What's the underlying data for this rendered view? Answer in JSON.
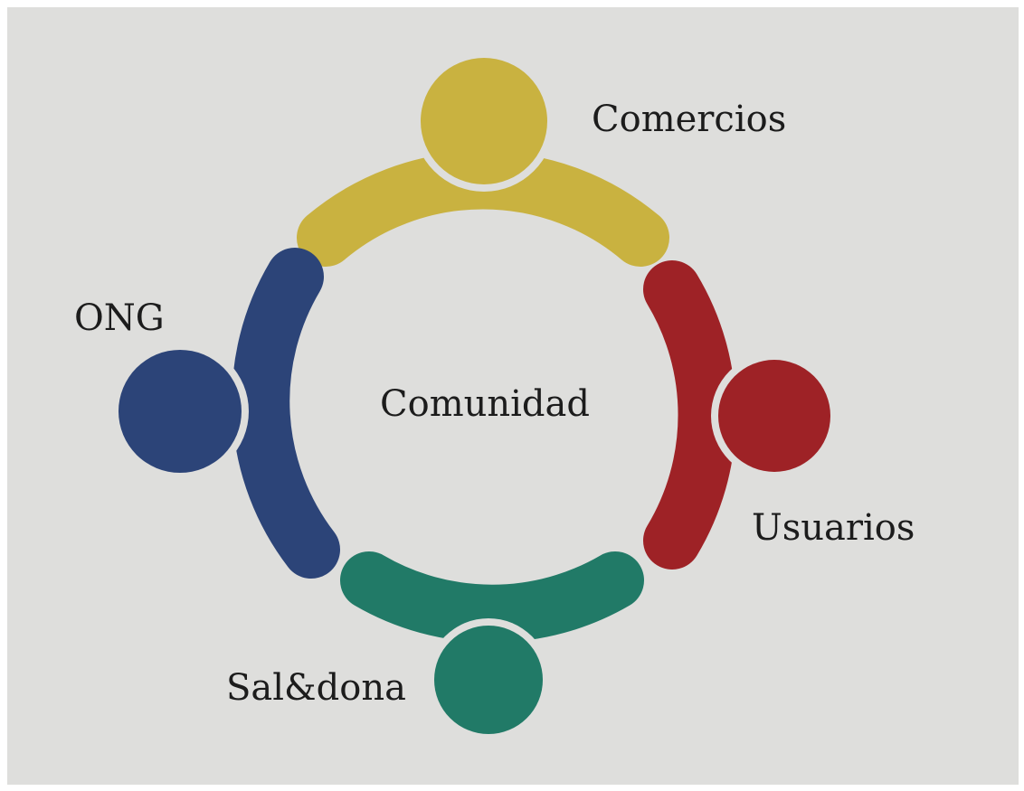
{
  "diagram": {
    "center_label": "Comunidad",
    "members": [
      {
        "id": "comercios",
        "label": "Comercios",
        "color": "#c9b240"
      },
      {
        "id": "usuarios",
        "label": "Usuarios",
        "color": "#9e2226"
      },
      {
        "id": "saldona",
        "label": "Sal&dona",
        "color": "#217a67"
      },
      {
        "id": "ong",
        "label": "ONG",
        "color": "#2c4478"
      }
    ],
    "background": "#dededc"
  }
}
